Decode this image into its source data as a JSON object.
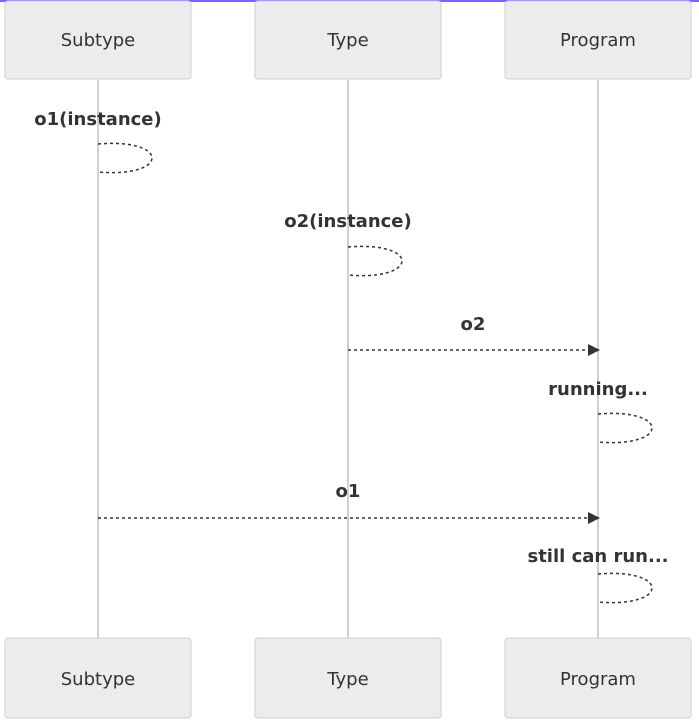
{
  "participants": [
    {
      "id": "subtype",
      "label": "Subtype"
    },
    {
      "id": "type",
      "label": "Type"
    },
    {
      "id": "program",
      "label": "Program"
    }
  ],
  "messages": [
    {
      "from": "subtype",
      "to": "subtype",
      "label": "o1(instance)",
      "style": "dotted",
      "kind": "self"
    },
    {
      "from": "type",
      "to": "type",
      "label": "o2(instance)",
      "style": "dotted",
      "kind": "self"
    },
    {
      "from": "type",
      "to": "program",
      "label": "o2",
      "style": "dotted",
      "kind": "arrow"
    },
    {
      "from": "program",
      "to": "program",
      "label": "running...",
      "style": "dotted",
      "kind": "self"
    },
    {
      "from": "subtype",
      "to": "program",
      "label": "o1",
      "style": "dotted",
      "kind": "arrow"
    },
    {
      "from": "program",
      "to": "program",
      "label": "still can run...",
      "style": "dotted",
      "kind": "self"
    }
  ]
}
